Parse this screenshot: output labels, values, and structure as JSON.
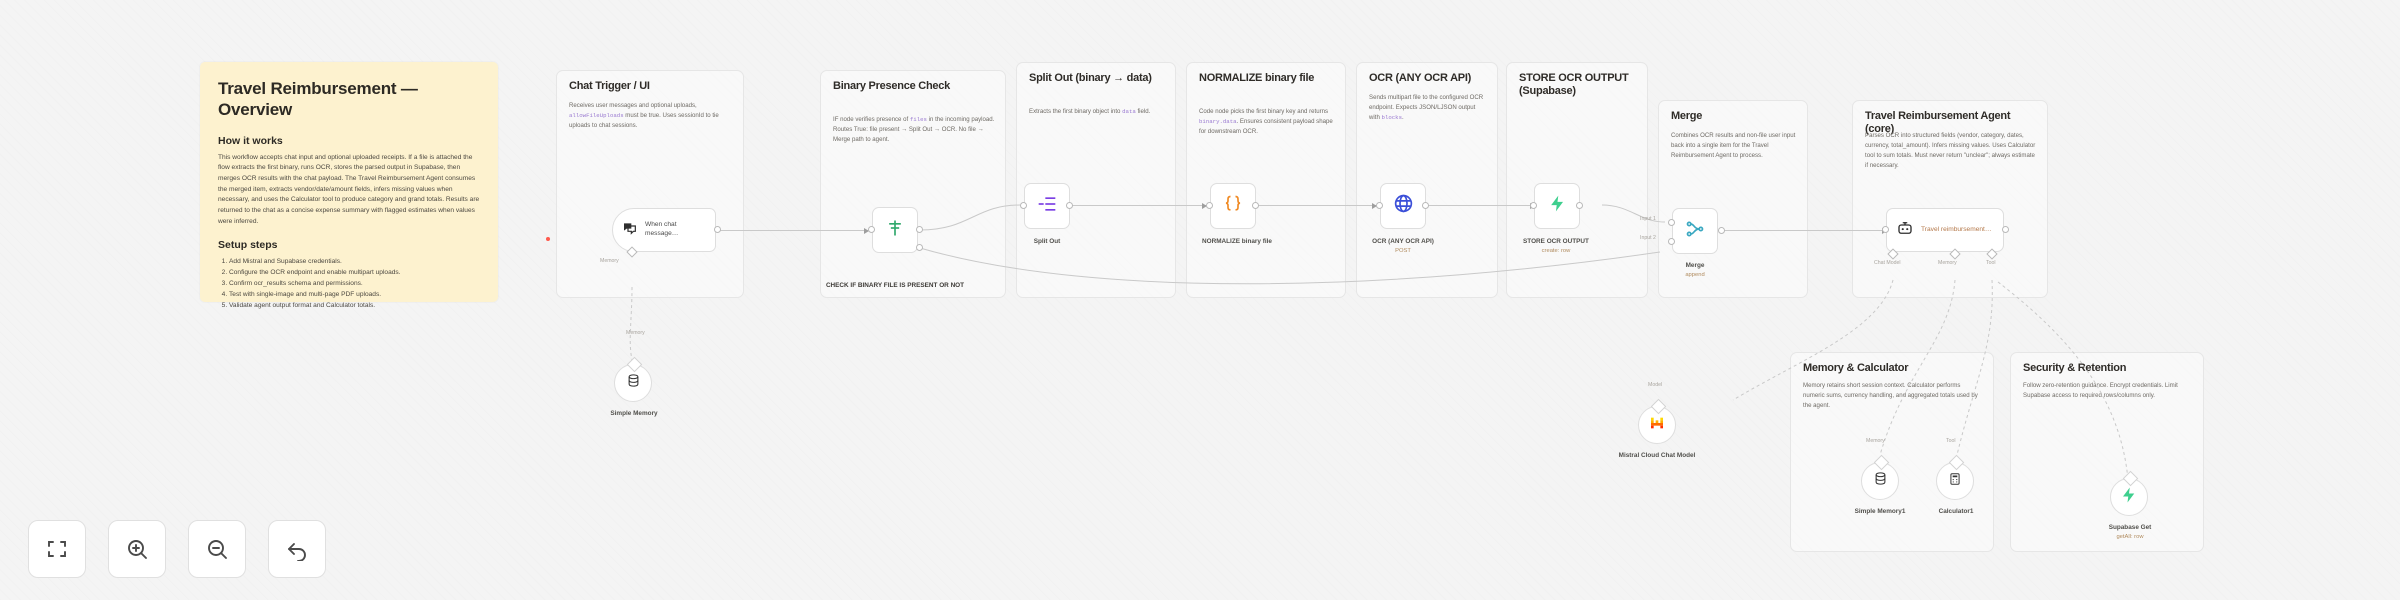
{
  "app": {
    "canvas_label": "workflow-canvas"
  },
  "sticky_note": {
    "title": "Travel Reimbursement — Overview",
    "section_how": "How it works",
    "how_body": "This workflow accepts chat input and optional uploaded receipts. If a file is attached the flow extracts the first binary, runs OCR, stores the parsed output in Supabase, then merges OCR results with the chat payload. The Travel Reimbursement Agent consumes the merged item, extracts vendor/date/amount fields, infers missing values when necessary, and uses the Calculator tool to produce category and grand totals. Results are returned to the chat as a concise expense summary with flagged estimates when values were inferred.",
    "section_setup": "Setup steps",
    "steps": [
      "Add Mistral and Supabase credentials.",
      "Configure the OCR endpoint and enable multipart uploads.",
      "Confirm ocr_results schema and permissions.",
      "Test with single-image and multi-page PDF uploads.",
      "Validate agent output format and Calculator totals."
    ],
    "bg_color": "#fdf2cf"
  },
  "groups": [
    {
      "id": "chat-trigger",
      "title": "Chat Trigger / UI",
      "desc_pre": "Receives user messages and optional uploads, ",
      "desc_code": "allowFileUploads",
      "desc_post": " must be true. Uses sessionId to tie uploads to chat sessions."
    },
    {
      "id": "binary-presence",
      "title": "Binary Presence Check",
      "desc_pre": "IF node verifies presence of ",
      "desc_code": "files",
      "desc_post": " in the incoming payload. Routes True: file present → Split Out → OCR. No file → Merge path to agent."
    },
    {
      "id": "split-out",
      "title": "Split Out (binary → data)",
      "desc_pre": "Extracts the first binary object into ",
      "desc_code": "data",
      "desc_post": " field."
    },
    {
      "id": "normalize",
      "title": "NORMALIZE binary file",
      "desc_pre": "Code node picks the first binary key and returns ",
      "desc_code": "binary.data",
      "desc_post": ". Ensures consistent payload shape for downstream OCR."
    },
    {
      "id": "ocr",
      "title": "OCR (ANY OCR API)",
      "desc_pre": "Sends multipart file to the configured OCR endpoint. Expects JSON/LJSON output with ",
      "desc_code": "blocks",
      "desc_post": "."
    },
    {
      "id": "store-ocr",
      "title": "STORE OCR OUTPUT (Supabase)",
      "desc_pre": "",
      "desc_code": "",
      "desc_post": ""
    },
    {
      "id": "merge",
      "title": "Merge",
      "desc_pre": "Combines OCR results and non-file user input back into a single item for the Travel Reimbursement Agent to process.",
      "desc_code": "",
      "desc_post": ""
    },
    {
      "id": "agent",
      "title": "Travel Reimbursement Agent (core)",
      "desc_pre": "Parses OCR into structured fields (vendor, category, dates, currency, total_amount). Infers missing values. Uses Calculator tool to sum totals. Must never return \"unclear\"; always estimate if necessary.",
      "desc_code": "",
      "desc_post": ""
    },
    {
      "id": "memory-calc",
      "title": "Memory & Calculator",
      "desc_pre": "Memory retains short session context. Calculator performs numeric sums, currency handling, and aggregated totals used by the agent.",
      "desc_code": "",
      "desc_post": ""
    },
    {
      "id": "security",
      "title": "Security & Retention",
      "desc_pre": "Follow zero-retention guidance. Encrypt credentials. Limit Supabase access to required rows/columns only.",
      "desc_code": "",
      "desc_post": ""
    }
  ],
  "nodes": {
    "chat_trigger": {
      "label": "When chat message…",
      "icon": "chat-bubble-icon"
    },
    "if_check": {
      "caption": "CHECK IF BINARY FILE IS PRESENT OR NOT",
      "icon": "filter-signpost-icon"
    },
    "split_out": {
      "caption": "Split Out",
      "icon": "split-out-icon"
    },
    "normalize": {
      "caption": "NORMALIZE binary file",
      "icon": "code-braces-icon"
    },
    "ocr": {
      "caption": "OCR (ANY OCR API)",
      "sub": "POST",
      "icon": "globe-icon"
    },
    "store_ocr": {
      "caption": "STORE OCR OUTPUT",
      "sub": "create: row",
      "icon": "supabase-bolt-icon"
    },
    "merge": {
      "caption": "Merge",
      "sub": "append",
      "icon": "merge-icon"
    },
    "agent": {
      "label": "Travel reimbursement…",
      "icon": "robot-icon"
    },
    "simple_memory": {
      "caption": "Simple Memory",
      "icon": "database-icon"
    },
    "mistral_model": {
      "caption": "Mistral Cloud Chat Model",
      "icon": "mistral-m-icon"
    },
    "simple_memory1": {
      "caption": "Simple Memory1",
      "icon": "database-icon"
    },
    "calculator1": {
      "caption": "Calculator1",
      "icon": "calculator-icon"
    },
    "supabase_get": {
      "caption": "Supabase Get",
      "sub": "getAll: row",
      "icon": "supabase-bolt-icon"
    }
  },
  "port_labels": {
    "memory": "Memory",
    "tool": "Tool",
    "model": "Model",
    "chat_model": "Chat Model",
    "input1": "Input 1",
    "input2": "Input 2"
  },
  "toolbar": [
    {
      "name": "fit-to-view-button",
      "icon": "fit-frame-icon"
    },
    {
      "name": "zoom-in-button",
      "icon": "zoom-in-icon"
    },
    {
      "name": "zoom-out-button",
      "icon": "zoom-out-icon"
    },
    {
      "name": "reset-view-button",
      "icon": "undo-arrow-icon"
    }
  ],
  "colors": {
    "sticky": "#fdf2cf",
    "accent_purple": "#7b3fe4",
    "accent_orange": "#f08a24",
    "accent_blue": "#3b4fd8",
    "accent_green": "#3ecf8e",
    "accent_teal": "#3aa8c1",
    "mistral_orange": "#ff8205",
    "if_green": "#2fa86b"
  }
}
